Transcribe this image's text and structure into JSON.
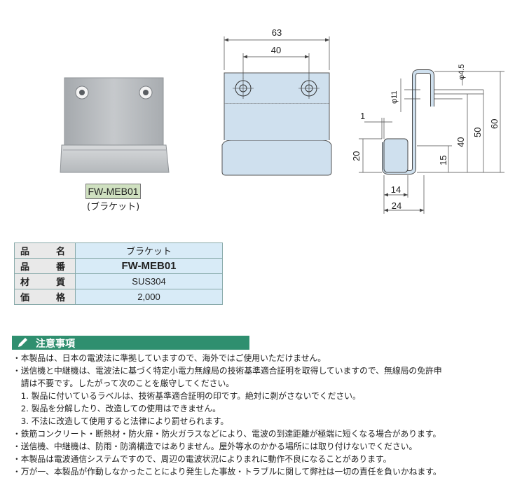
{
  "product_label": {
    "model": "FW-MEB01",
    "name_paren": "(ブラケット)"
  },
  "dimensions": {
    "front_width": "63",
    "hole_pitch": "40",
    "phi_45": "φ4.5",
    "phi_11": "φ11",
    "thickness": "1",
    "lip_height": "20",
    "lip_inner": "15",
    "hook_depth": "40",
    "mid_height": "50",
    "total_height": "60",
    "inner_width": "14",
    "outer_width": "24"
  },
  "spec_table": {
    "rows": [
      {
        "label_a": "品",
        "label_b": "名",
        "value": "ブラケット"
      },
      {
        "label_a": "品",
        "label_b": "番",
        "value": "FW-MEB01"
      },
      {
        "label_a": "材",
        "label_b": "質",
        "value": "SUS304"
      },
      {
        "label_a": "価",
        "label_b": "格",
        "value": "2,000"
      }
    ]
  },
  "notice": {
    "title": "注意事項",
    "lines": [
      "・本製品は、日本の電波法に準拠していますので、海外ではご使用いただけません。",
      "・送信機と中継機は、電波法に基づく特定小電力無線局の技術基準適合証明を取得していますので、無線局の免許申",
      "　請は不要です。したがって次のことを厳守してください。",
      "　1. 製品に付いているラベルは、技術基準適合証明の印です。絶対に剥がさないでください。",
      "　2. 製品を分解したり、改造しての使用はできません。",
      "　3. 不法に改造して使用すると法律により罰せられます。",
      "・鉄筋コンクリート・断熱材・防火扉・防火ガラスなどにより、電波の到達距離が極端に短くなる場合があります。",
      "・送信機、中継機は、防雨・防滴構造ではありません。屋外等水のかかる場所には取り付けないでください。",
      "・本製品は電波通信システムですので、周辺の電波状況によりまれに動作不良になることがあります。",
      "・万が一、本製品が作動しなかったことにより発生した事故・トラブルに関して弊社は一切の責任を負いかねます。"
    ]
  },
  "colors": {
    "table_value_bg": "#d8ebf7",
    "table_label_bg": "#e9e9e9",
    "notice_bar": "#2f8f6f",
    "model_label_bg": "#cfe0c0"
  }
}
